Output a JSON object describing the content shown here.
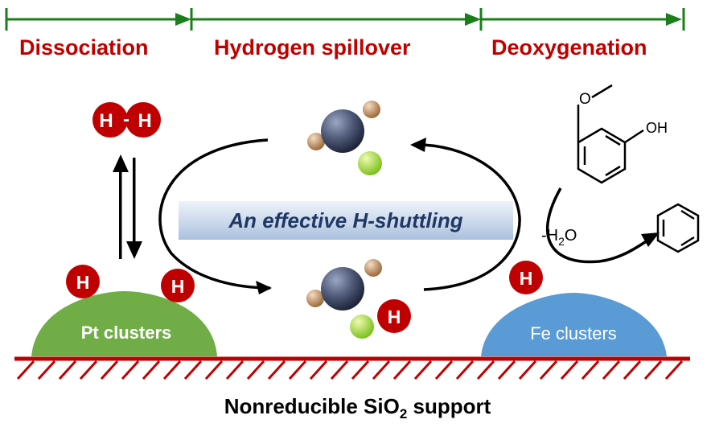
{
  "stages": {
    "dissociation": "Dissociation",
    "spillover": "Hydrogen spillover",
    "deoxygenation": "Deoxygenation"
  },
  "banner": "An effective H-shuttling",
  "h2_molecule": {
    "left": "H",
    "dash": "-",
    "right": "H"
  },
  "atom_h": "H",
  "pt_label": "Pt clusters",
  "fe_label": "Fe clusters",
  "guaiacol_oh": "OH",
  "water_loss": {
    "prefix": "-H",
    "subscript": "2",
    "suffix": "O"
  },
  "support": {
    "prefix": "Nonreducible SiO",
    "subscript": "2",
    "suffix": " support"
  },
  "colors": {
    "stage_arrows": "#1a7f1a",
    "stage_text": "#c00000",
    "h_atom": "#c00000",
    "pt_cluster": "#70ad47",
    "fe_cluster": "#5b9bd5",
    "support_line": "#c00000",
    "banner_text": "#1f3864"
  }
}
